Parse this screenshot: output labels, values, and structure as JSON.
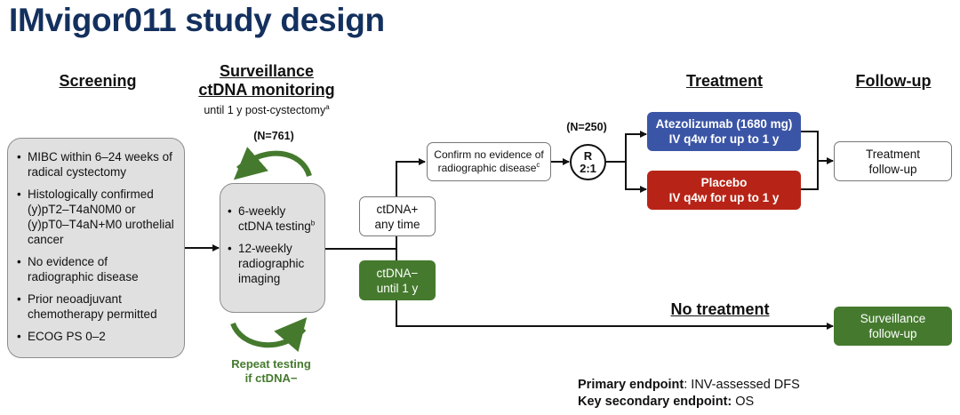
{
  "title": "IMvigor011 study design",
  "headers": {
    "screening": "Screening",
    "surveillance_line1": "Surveillance",
    "surveillance_line2": "ctDNA monitoring",
    "surveillance_sub": "until 1 y post-cystectomy",
    "surveillance_sub_sup": "a",
    "treatment": "Treatment",
    "follow_up": "Follow-up",
    "no_treatment": "No treatment"
  },
  "screening_criteria": [
    "MIBC within 6–24 weeks of radical cystectomy",
    "Histologically confirmed (y)pT2–T4aN0M0 or (y)pT0–T4aN+M0 urothelial cancer",
    "No evidence of radiographic disease",
    "Prior neoadjuvant chemotherapy permitted",
    "ECOG PS 0–2"
  ],
  "surveillance": {
    "n_label": "(N=761)",
    "item1": "6-weekly ctDNA testing",
    "item1_sup": "b",
    "item2": "12-weekly radiographic imaging",
    "repeat_line1": "Repeat testing",
    "repeat_line2": "if ctDNA−"
  },
  "ctdna_pos": {
    "line1": "ctDNA+",
    "line2": "any time"
  },
  "ctdna_neg": {
    "line1": "ctDNA−",
    "line2": "until 1 y"
  },
  "confirm": {
    "line1": "Confirm no evidence of",
    "line2": "radiographic disease",
    "sup": "c"
  },
  "randomization": {
    "n_label": "(N=250)",
    "line1": "R",
    "line2": "2:1"
  },
  "arms": {
    "atezolizumab": {
      "line1": "Atezolizumab (1680 mg)",
      "line2": "IV q4w for up to 1 y",
      "color": "#3b55a6"
    },
    "placebo": {
      "line1": "Placebo",
      "line2": "IV q4w for up to 1 y",
      "color": "#b72417"
    }
  },
  "treatment_followup": {
    "line1": "Treatment",
    "line2": "follow-up"
  },
  "surveillance_followup": {
    "line1": "Surveillance",
    "line2": "follow-up"
  },
  "endpoints": {
    "primary_label": "Primary endpoint",
    "primary_value": ": INV-assessed DFS",
    "secondary_label": "Key secondary endpoint:",
    "secondary_value": " OS"
  },
  "colors": {
    "title": "#13305e",
    "green": "#457a2e",
    "grey_box": "#e0e0e0"
  }
}
